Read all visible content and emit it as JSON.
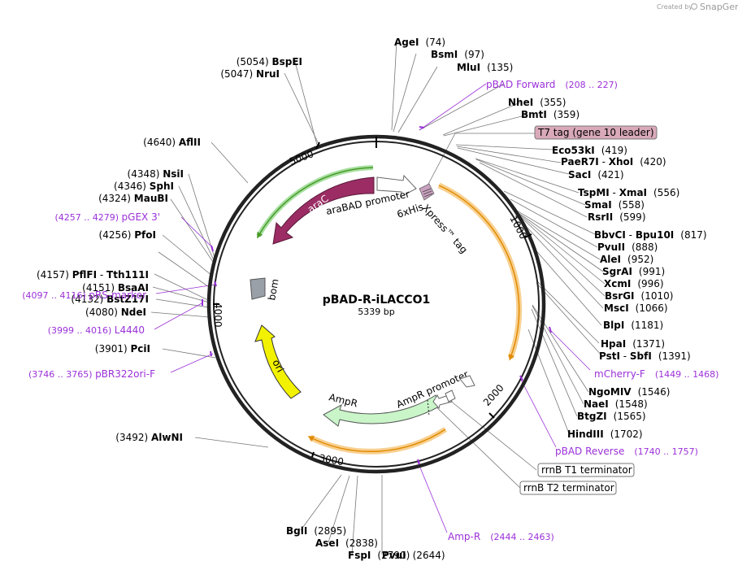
{
  "header": {
    "created_by": "Created by",
    "brand": "SnapGene"
  },
  "plasmid": {
    "name": "pBAD-R-iLACCO1",
    "size": "5339 bp"
  },
  "ticks": [
    "5000",
    "1000",
    "2000",
    "3000",
    "4000"
  ],
  "sites": [
    {
      "name": "AgeI",
      "pos": "(74)"
    },
    {
      "name": "BsmI",
      "pos": "(97)"
    },
    {
      "name": "MluI",
      "pos": "(135)"
    },
    {
      "name": "NheI",
      "pos": "(355)"
    },
    {
      "name": "BmtI",
      "pos": "(359)"
    },
    {
      "name": "Eco53kI",
      "pos": "(419)"
    },
    {
      "name": "PaeR7I",
      "sep": "-",
      "name2": "XhoI",
      "pos": "(420)"
    },
    {
      "name": "SacI",
      "pos": "(421)"
    },
    {
      "name": "TspMI",
      "sep": "-",
      "name2": "XmaI",
      "pos": "(556)"
    },
    {
      "name": "SmaI",
      "pos": "(558)"
    },
    {
      "name": "RsrII",
      "pos": "(599)"
    },
    {
      "name": "BbvCI",
      "sep": "-",
      "name2": "Bpu10I",
      "pos": "(817)"
    },
    {
      "name": "PvuII",
      "pos": "(888)"
    },
    {
      "name": "AleI",
      "pos": "(952)"
    },
    {
      "name": "SgrAI",
      "pos": "(991)"
    },
    {
      "name": "XcmI",
      "pos": "(996)"
    },
    {
      "name": "BsrGI",
      "pos": "(1010)"
    },
    {
      "name": "MscI",
      "pos": "(1066)"
    },
    {
      "name": "BlpI",
      "pos": "(1181)"
    },
    {
      "name": "HpaI",
      "pos": "(1371)"
    },
    {
      "name": "PstI",
      "sep": "-",
      "name2": "SbfI",
      "pos": "(1391)"
    },
    {
      "name": "NgoMIV",
      "pos": "(1546)"
    },
    {
      "name": "NaeI",
      "pos": "(1548)"
    },
    {
      "name": "BtgZI",
      "pos": "(1565)"
    },
    {
      "name": "HindIII",
      "pos": "(1702)"
    },
    {
      "name": "PvuI",
      "pos": "(2644)"
    },
    {
      "name": "FspI",
      "pos": "(2790)"
    },
    {
      "name": "AseI",
      "pos": "(2838)"
    },
    {
      "name": "BglI",
      "pos": "(2895)"
    },
    {
      "name": "AlwNI",
      "pos": "(3492)"
    },
    {
      "name": "PciI",
      "pos": "(3901)"
    },
    {
      "name": "NdeI",
      "pos": "(4080)"
    },
    {
      "name": "BstZ17I",
      "pos": "(4132)"
    },
    {
      "name": "BsaAI",
      "pos": "(4151)"
    },
    {
      "name": "PflFI",
      "sep": "-",
      "name2": "Tth111I",
      "pos": "(4157)"
    },
    {
      "name": "PfoI",
      "pos": "(4256)"
    },
    {
      "name": "MauBI",
      "pos": "(4324)"
    },
    {
      "name": "SphI",
      "pos": "(4346)"
    },
    {
      "name": "NsiI",
      "pos": "(4348)"
    },
    {
      "name": "AflII",
      "pos": "(4640)"
    },
    {
      "name": "NruI",
      "pos": "(5047)"
    },
    {
      "name": "BspEI",
      "pos": "(5054)"
    }
  ],
  "primers": [
    {
      "name": "pBAD Forward",
      "range": "(208 .. 227)"
    },
    {
      "name": "mCherry-F",
      "range": "(1449 .. 1468)"
    },
    {
      "name": "pBAD Reverse",
      "range": "(1740 .. 1757)"
    },
    {
      "name": "Amp-R",
      "range": "(2444 .. 2463)"
    },
    {
      "name": "pBR322ori-F",
      "range": "(3746 .. 3765)"
    },
    {
      "name": "L4440",
      "range": "(3999 .. 4016)"
    },
    {
      "name": "pRS-marker",
      "range": "(4097 .. 4116)"
    },
    {
      "name": "pGEX 3'",
      "range": "(4257 .. 4279)"
    }
  ],
  "boxed_features": {
    "t7_tag": "T7 tag (gene 10 leader)",
    "rrnb_t1": "rrnB T1 terminator",
    "rrnb_t2": "rrnB T2 terminator"
  },
  "inner_features": {
    "arac": "araC",
    "arabad": "araBAD promoter",
    "xpress": "Xpress™ tag",
    "his": "6xHis",
    "bom": "bom",
    "ori": "ori",
    "ampr": "AmpR",
    "ampr_promoter": "AmpR promoter"
  },
  "colors": {
    "backbone": "#222222",
    "arac": "#9b2c64",
    "ori": "#f2f200",
    "ampr": "#c9f5c9",
    "primer": "#9b30d9",
    "orange_arc": "#f0b060",
    "green_arc": "#4c9a2a",
    "t7_box": "#d9a9b9"
  }
}
